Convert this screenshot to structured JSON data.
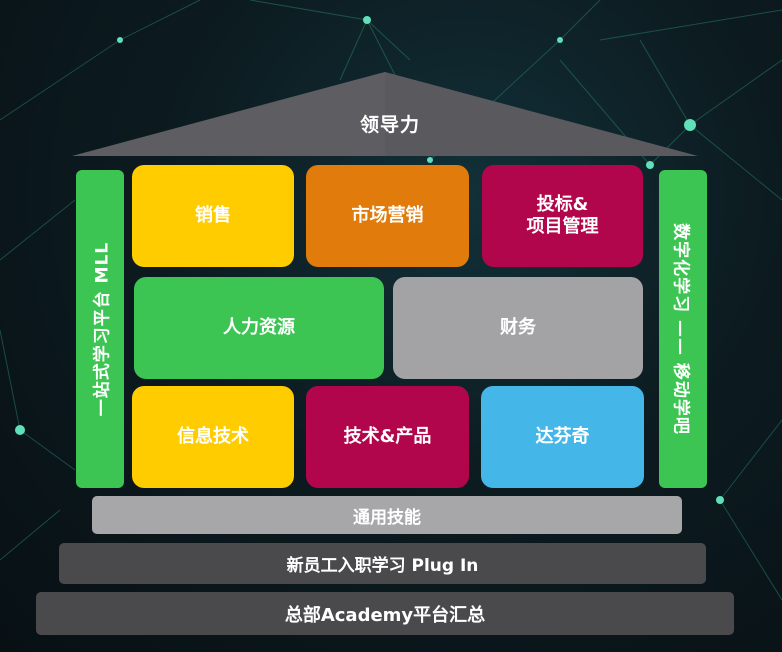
{
  "roof": {
    "label": "领导力"
  },
  "pillars": {
    "left": "一站式学习平台 MLL",
    "right": "数字化学习 —— 移动学吧"
  },
  "blocks": {
    "sales": "销售",
    "marketing": "市场营销",
    "bidding_line1": "投标&",
    "bidding_line2": "项目管理",
    "hr": "人力资源",
    "finance": "财务",
    "it": "信息技术",
    "tech_product": "技术&产品",
    "dafenqi": "达芬奇"
  },
  "bands": {
    "general_skills": "通用技能",
    "onboarding": "新员工入职学习 Plug In",
    "academy": "总部Academy平台汇总"
  },
  "colors": {
    "yellow": "#ffcc00",
    "orange": "#e07b0c",
    "crimson": "#b1064b",
    "green": "#3cc553",
    "gray": "#a3a3a6",
    "blue": "#45b6e8",
    "band_light": "#a7a7aa",
    "band_dark": "#4a4a4d"
  }
}
